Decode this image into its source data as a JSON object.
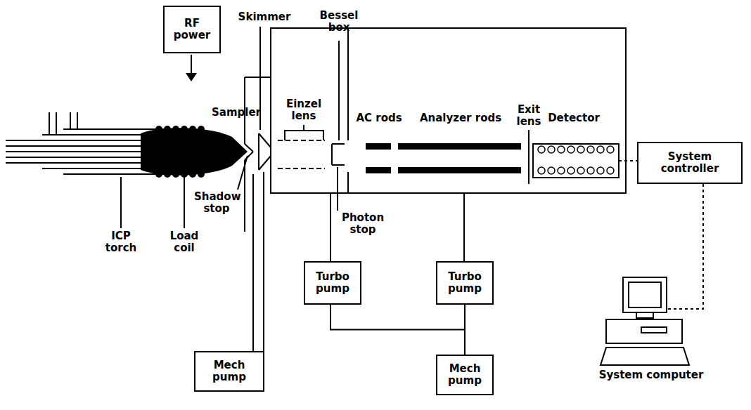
{
  "diagram": {
    "nodes": [
      {
        "text": [
          "RF power"
        ]
      },
      {
        "text": [
          "Turbo pump"
        ]
      },
      {
        "text": [
          "Turbo pump"
        ]
      },
      {
        "text": [
          "Mech pump"
        ]
      },
      {
        "text": [
          "Mech pump"
        ]
      },
      {
        "text": [
          "System controller"
        ]
      }
    ],
    "edges": [
      {
        "from": 1,
        "to": 4,
        "arrow": "none"
      },
      {
        "from": 2,
        "to": 4,
        "arrow": "none"
      }
    ],
    "labels": [
      "Skimmer",
      "Bessel box",
      "Sampler",
      "Einzel lens",
      "AC rods",
      "Analyzer rods",
      "Exit lens",
      "Detector",
      "Shadow stop",
      "Photon stop",
      "ICP torch",
      "Load coil",
      "System computer"
    ]
  }
}
